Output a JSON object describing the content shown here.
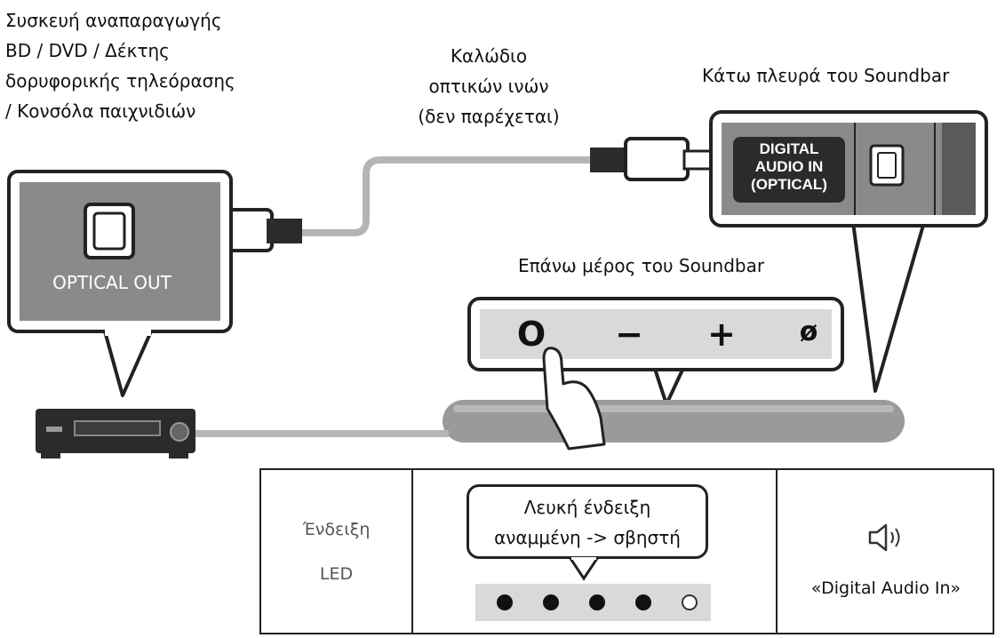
{
  "labels": {
    "source_device": [
      "Συσκευή αναπαραγωγής",
      "BD / DVD / Δέκτης",
      "δορυφορικής τηλεόρασης",
      "/ Κονσόλα παιχνιδιών"
    ],
    "cable": [
      "Καλώδιο",
      "οπτικών ινών",
      "(δεν παρέχεται)"
    ],
    "soundbar_bottom": "Κάτω πλευρά του Soundbar",
    "soundbar_top": "Επάνω μέρος του Soundbar",
    "optical_out": "OPTICAL OUT",
    "digital_audio_in": [
      "DIGITAL",
      "AUDIO IN",
      "(OPTICAL)"
    ]
  },
  "controls": [
    {
      "name": "power",
      "glyph": "O"
    },
    {
      "name": "volume-down",
      "glyph": "−"
    },
    {
      "name": "volume-up",
      "glyph": "+"
    },
    {
      "name": "source",
      "glyph": "ø"
    }
  ],
  "led_table": {
    "header": [
      "Ένδειξη",
      "LED"
    ],
    "bubble": [
      "Λευκή ένδειξη",
      "αναμμένη -> σβηστή"
    ],
    "leds": [
      "on",
      "on",
      "on",
      "on",
      "off"
    ],
    "mode": "«Digital Audio In»",
    "speaker_icon": "speaker-sound-icon"
  },
  "colors": {
    "panel_gray": "#8a8a8a",
    "dark": "#2b2b2b",
    "cable_gray": "#b5b5b5"
  }
}
